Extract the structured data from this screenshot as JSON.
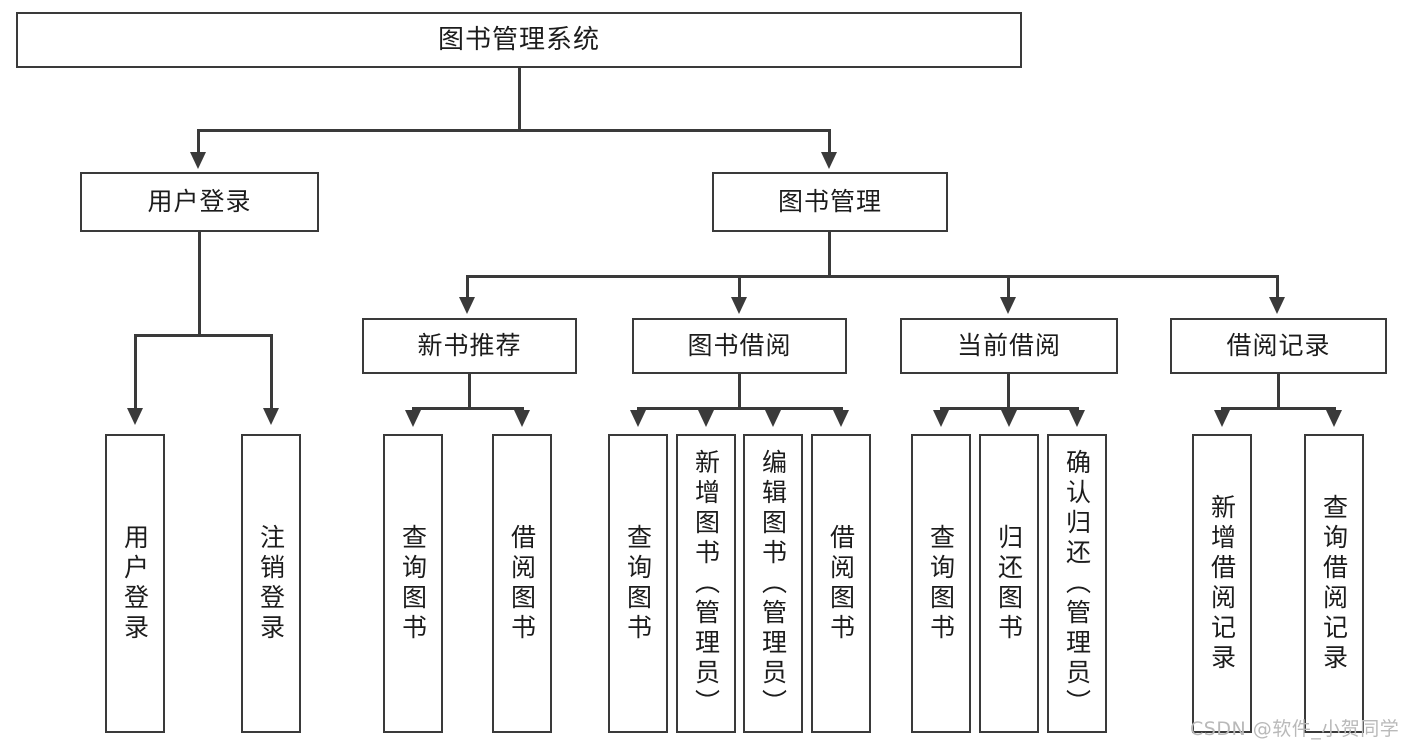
{
  "diagram": {
    "title": "图书管理系统",
    "background_color": "#ffffff",
    "line_color": "#3a3a3a",
    "text_color": "#1c1c1c",
    "root": {
      "label": "图书管理系统"
    },
    "level2": [
      {
        "label": "用户登录"
      },
      {
        "label": "图书管理"
      }
    ],
    "level3": [
      {
        "label": "新书推荐"
      },
      {
        "label": "图书借阅"
      },
      {
        "label": "当前借阅"
      },
      {
        "label": "借阅记录"
      }
    ],
    "leaves": {
      "user_login": [
        {
          "label": "用户登录"
        },
        {
          "label": "注销登录"
        }
      ],
      "new_book_recommend": [
        {
          "label": "查询图书"
        },
        {
          "label": "借阅图书"
        }
      ],
      "book_borrow": [
        {
          "label": "查询图书"
        },
        {
          "label": "新增图书（管理员）"
        },
        {
          "label": "编辑图书（管理员）"
        },
        {
          "label": "借阅图书"
        }
      ],
      "current_borrow": [
        {
          "label": "查询图书"
        },
        {
          "label": "归还图书"
        },
        {
          "label": "确认归还（管理员）"
        }
      ],
      "borrow_record": [
        {
          "label": "新增借阅记录"
        },
        {
          "label": "查询借阅记录"
        }
      ]
    }
  },
  "watermark": {
    "text": "CSDN @软件_小贺同学"
  }
}
